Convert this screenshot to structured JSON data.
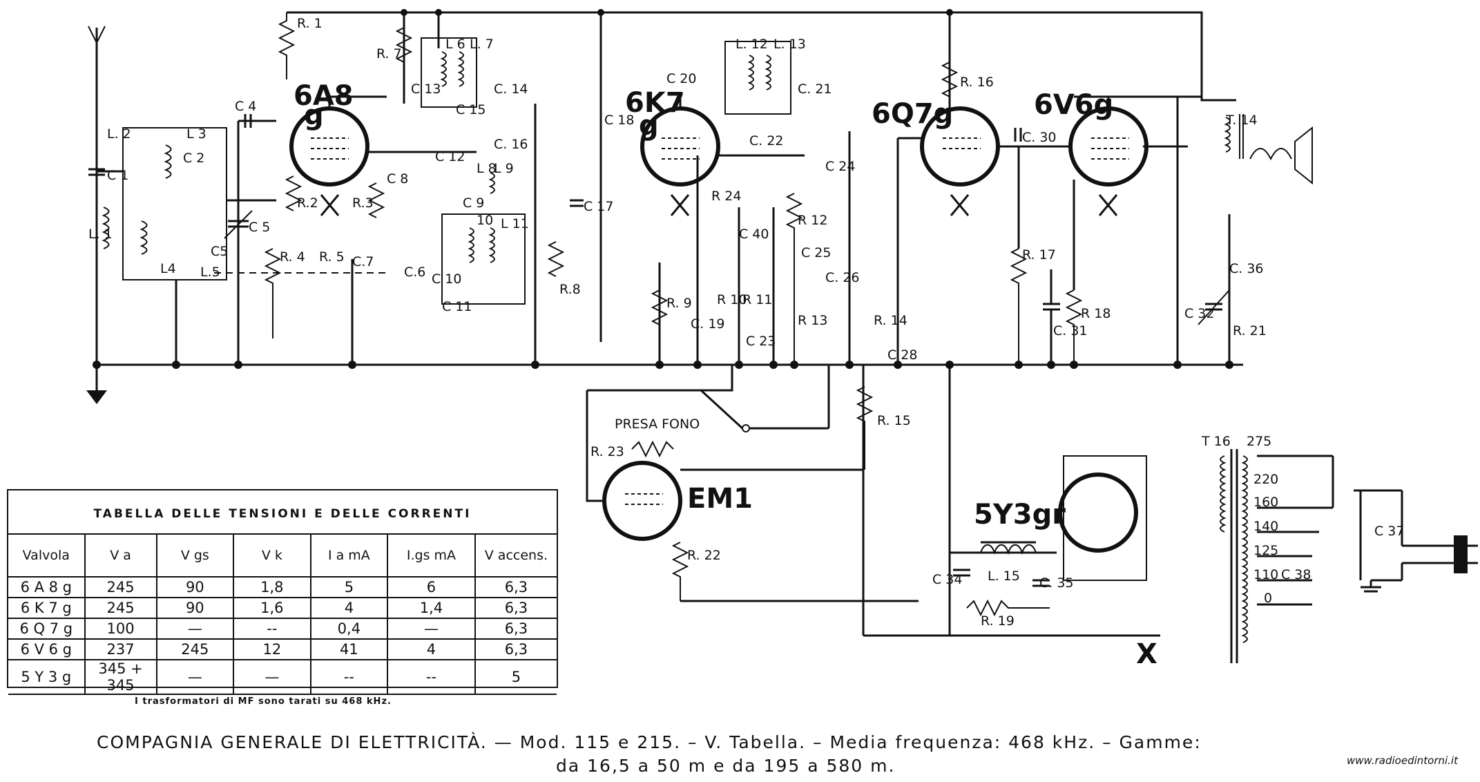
{
  "tubes": {
    "t1": "6A8",
    "t1b": "g",
    "t2": "6K7",
    "t2b": "g",
    "t3": "6Q7g",
    "t4": "6V6g",
    "rect": "5Y3gr",
    "eye": "EM1"
  },
  "parts": {
    "r1": "R. 1",
    "r2": "R.2",
    "r3": "R.3",
    "r4": "R. 4",
    "r5": "R. 5",
    "r7": "R. 7",
    "r8": "R.8",
    "r9": "R. 9",
    "r10": "R 10",
    "r11": "R 11",
    "r12": "R 12",
    "r13": "R 13",
    "r14": "R. 14",
    "r15": "R. 15",
    "r16": "R. 16",
    "r17": "R. 17",
    "r18": "R 18",
    "r19": "R. 19",
    "r21": "R. 21",
    "r22": "R. 22",
    "r23": "R. 23",
    "r24": "R 24",
    "c1": "C 1",
    "c2": "C 2",
    "c4": "C 4",
    "c5": "C 5",
    "c5b": "C5",
    "c6": "C.6",
    "c7": "C.7",
    "c8": "C 8",
    "c9": "C 9",
    "c10": "C 10",
    "c11": "C 11",
    "c12": "C 12",
    "c13": "C 13",
    "c14": "C. 14",
    "c15": "C 15",
    "c16": "C. 16",
    "c17": "C 17",
    "c18": "C 18",
    "c19": "C. 19",
    "c20": "C 20",
    "c21": "C. 21",
    "c22": "C. 22",
    "c23": "C 23",
    "c24": "C 24",
    "c25": "C 25",
    "c26": "C. 26",
    "c28": "C 28",
    "c30": "C. 30",
    "c31": "C. 31",
    "c32": "C 32",
    "c34": "C 34",
    "c35": "C. 35",
    "c36": "C. 36",
    "c37": "C 37",
    "c38": "C 38",
    "c40": "C 40",
    "l1": "L. 1",
    "l2": "L. 2",
    "l3": "L 3",
    "l4": "L4",
    "l5": "L.5",
    "l6": "L 6",
    "l7": "L. 7",
    "l8": "L 8",
    "l9": "L 9",
    "l10": "10",
    "l11": "L 11",
    "l12": "L. 12",
    "l13": "L. 13",
    "l14": "T. 14",
    "l15": "L. 15",
    "t16": "T 16",
    "presa": "PRESA FONO",
    "tap275": "275",
    "tap220": "220",
    "tap160": "160",
    "tap140": "140",
    "tap125": "125",
    "tap110": "110",
    "tap0": "0",
    "x": "X"
  },
  "table": {
    "title": "TABELLA DELLE TENSIONI E DELLE CORRENTI",
    "headers": [
      "Valvola",
      "V a",
      "V gs",
      "V k",
      "I a mA",
      "I.gs mA",
      "V accens."
    ],
    "rows": [
      [
        "6 A 8 g",
        "245",
        "90",
        "1,8",
        "5",
        "6",
        "6,3"
      ],
      [
        "6 K 7 g",
        "245",
        "90",
        "1,6",
        "4",
        "1,4",
        "6,3"
      ],
      [
        "6 Q 7 g",
        "100",
        "—",
        "--",
        "0,4",
        "—",
        "6,3"
      ],
      [
        "6 V 6 g",
        "237",
        "245",
        "12",
        "41",
        "4",
        "6,3"
      ],
      [
        "5 Y 3 g",
        "345 + 345",
        "—",
        "—",
        "--",
        "--",
        "5"
      ]
    ],
    "note": "I trasformatori di MF sono tarati su 468 kHz."
  },
  "caption": {
    "line1": "COMPAGNIA GENERALE DI ELETTRICITÀ. — Mod. 115 e 215. – V. Tabella. – Media frequenza: 468 kHz. – Gamme:",
    "line2": "da 16,5 a 50 m e da 195 a 580 m."
  },
  "website": "www.radioedintorni.it"
}
